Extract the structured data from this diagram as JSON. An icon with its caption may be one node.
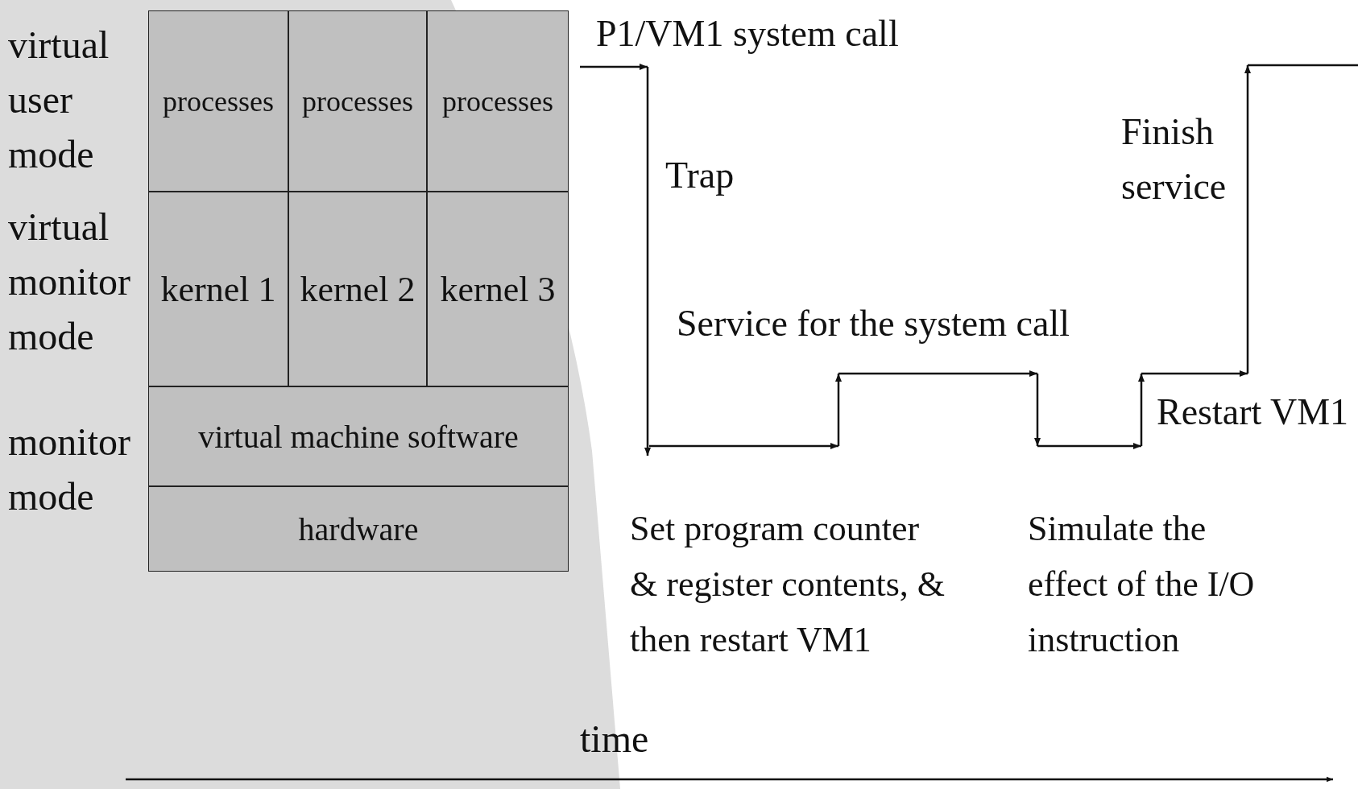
{
  "diagram": {
    "nodes": [
      {
        "text": [
          "processes"
        ]
      },
      {
        "text": [
          "processes"
        ]
      },
      {
        "text": [
          "processes"
        ]
      },
      {
        "text": [
          "kernel 1"
        ]
      },
      {
        "text": [
          "kernel 2"
        ]
      },
      {
        "text": [
          "kernel 3"
        ]
      },
      {
        "text": [
          "virtual machine software"
        ]
      },
      {
        "text": [
          "hardware"
        ]
      }
    ],
    "labels": [
      "virtual user mode",
      "virtual monitor mode",
      "monitor mode",
      "P1/VM1 system call",
      "Trap",
      "Finish service",
      "Service for the system call",
      "Restart VM1",
      "Set program counter & register contents, & then restart VM1",
      "Simulate the effect of the I/O instruction",
      "time"
    ]
  }
}
